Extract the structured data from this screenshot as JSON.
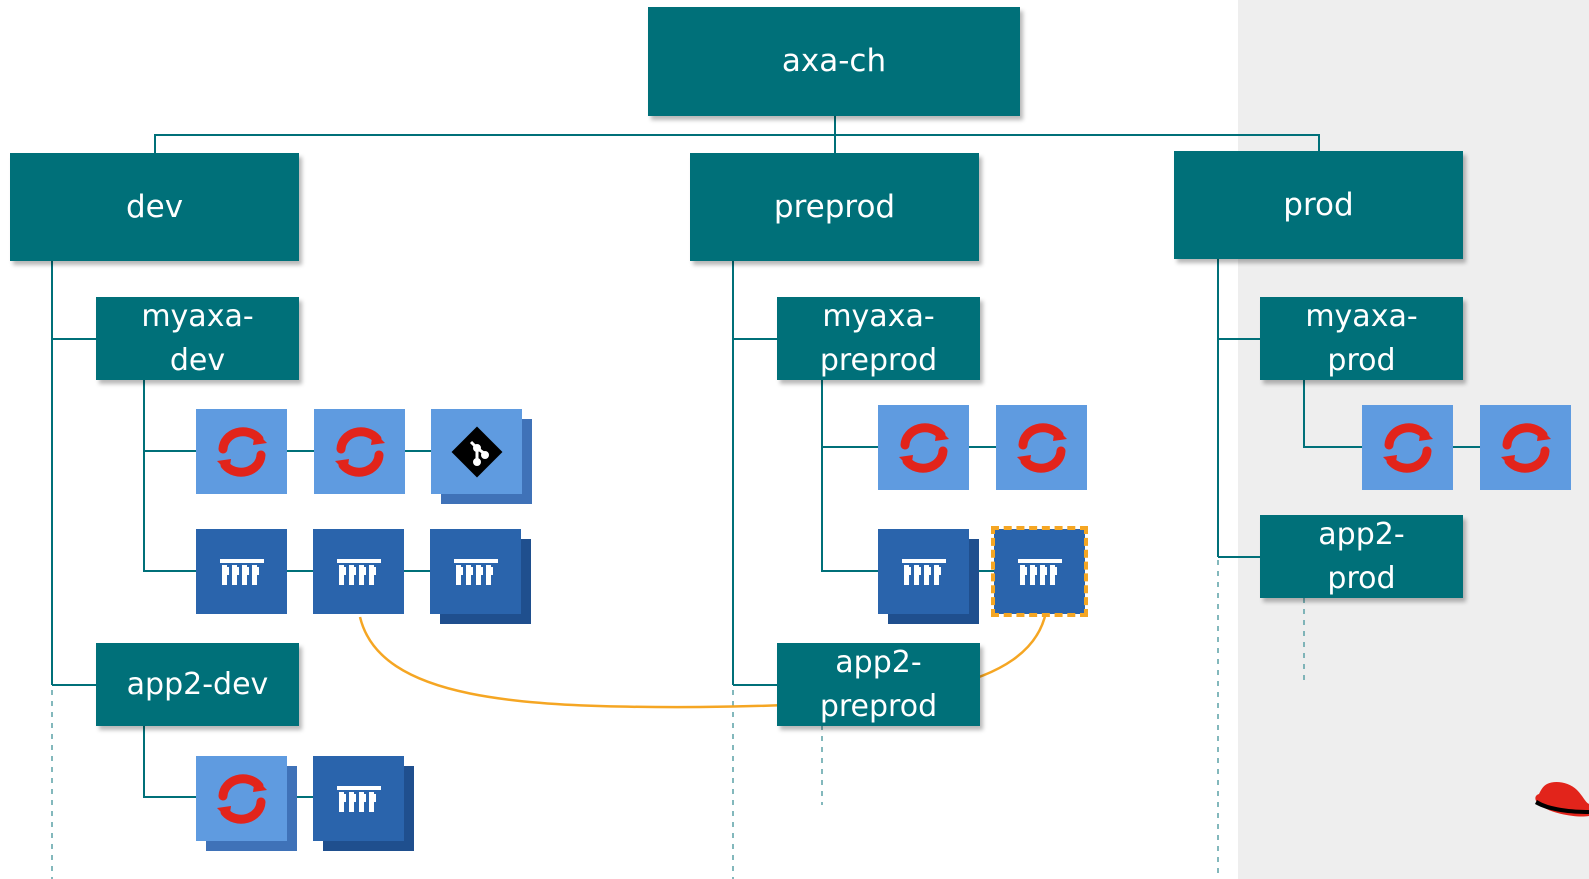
{
  "colors": {
    "node": "#007079",
    "connector": "#007079",
    "icon_light": "#5f9be0",
    "icon_dark": "#2a64ac",
    "highlight": "#f5a623",
    "openshift_red": "#e2241b",
    "side_panel": "#eeeeee"
  },
  "root": {
    "label": "axa-ch"
  },
  "environments": {
    "dev": {
      "label": "dev"
    },
    "preprod": {
      "label": "preprod"
    },
    "prod": {
      "label": "prod"
    }
  },
  "projects": {
    "myaxa_dev": {
      "label": "myaxa-\ndev"
    },
    "app2_dev": {
      "label": "app2-dev"
    },
    "myaxa_preprod": {
      "label": "myaxa-\npreprod"
    },
    "app2_preprod": {
      "label": "app2-\npreprod"
    },
    "myaxa_prod": {
      "label": "myaxa-\nprod"
    },
    "app2_prod": {
      "label": "app2-\nprod"
    }
  },
  "icons": {
    "openshift": "openshift-icon",
    "git": "git-icon",
    "pipeline": "pipeline-icon",
    "logo": "redhat-logo"
  }
}
